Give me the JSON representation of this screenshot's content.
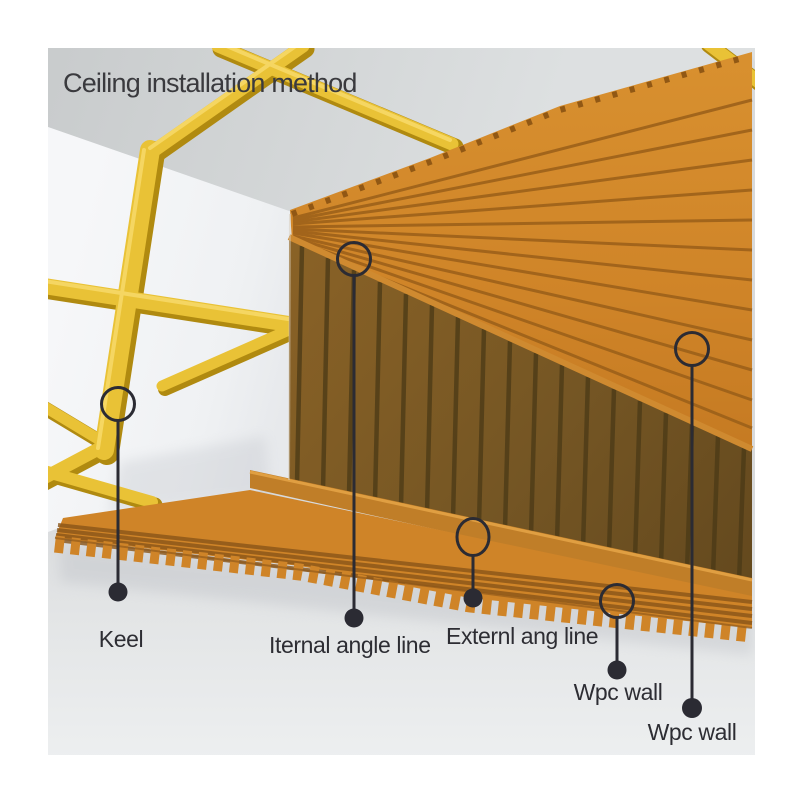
{
  "annotations": {
    "title": "Ceiling installation method",
    "callouts": [
      {
        "id": "keel",
        "label": "Keel"
      },
      {
        "id": "internal-angle-line",
        "label": "Iternal angle line"
      },
      {
        "id": "external-angle-line",
        "label": "Externl ang line"
      },
      {
        "id": "wpc-wall-1",
        "label": "Wpc wall"
      },
      {
        "id": "wpc-wall-2",
        "label": "Wpc wall"
      }
    ]
  },
  "palette": {
    "annotation": "#2b2b33",
    "keel_yellow": "#e9c236",
    "keel_shadow": "#b08a10",
    "keel_highlight": "#f7d967",
    "panel_orange": "#cf8428",
    "panel_ridge": "#9a5f19",
    "panel_dark_wall": "#7c5c26",
    "trim_orange": "#c07e28",
    "trim_highlight": "#e09f42",
    "ceiling_gray": "#d5d7d8",
    "wall_white": "#f4f5f7",
    "floor_gray": "#e3e5e6",
    "title_color": "#3a3a3e"
  }
}
